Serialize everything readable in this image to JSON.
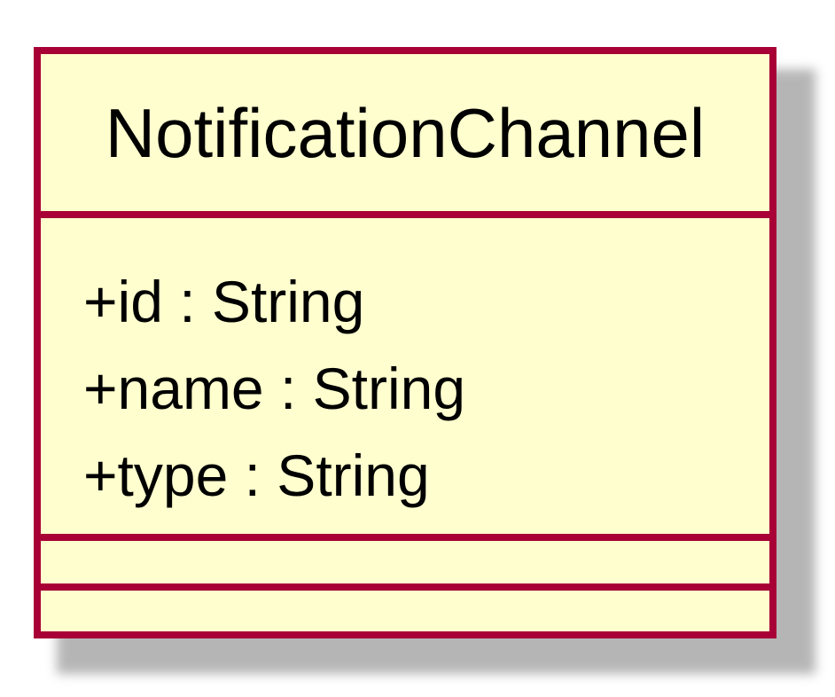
{
  "diagram": {
    "type": "uml-class",
    "colors": {
      "fill": "#fefece",
      "border": "#a80036",
      "shadow": "#a9a9a9",
      "text": "#000000"
    },
    "class": {
      "name": "NotificationChannel",
      "attributes": [
        "+id : String",
        "+name : String",
        "+type : String"
      ],
      "methods": []
    }
  }
}
